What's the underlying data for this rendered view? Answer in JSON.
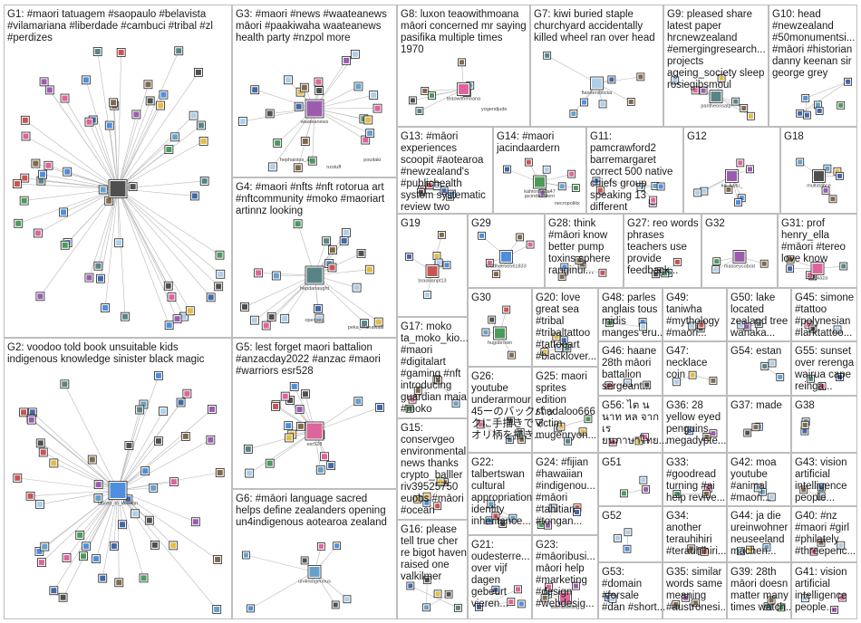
{
  "title": "",
  "groups": [
    {
      "id": "G1",
      "lines": [
        "G1: #maori tatuagem #saopaulo #belavista",
        "#vilamariana #liberdade #cambuci #tribal #zl",
        "#perdizes"
      ],
      "captions": []
    },
    {
      "id": "G2",
      "lines": [
        "G2: voodoo told book unsuitable kids",
        "indigenous knowledge sinister black magic"
      ],
      "captions": [
        "lauren_m_keenan"
      ]
    },
    {
      "id": "G3",
      "lines": [
        "G3: #maori #news #waateanews",
        "māori #paakiwaha waateanews",
        "health party #nzpol more"
      ],
      "captions": [
        "waateanews",
        "hephaistos_ai",
        "nzstuff",
        "pouitaki"
      ]
    },
    {
      "id": "G4",
      "lines": [
        "G4: #maori #nfts #nft rotorua art",
        "#nftcommunity #moko #maoriart",
        "artinnz looking"
      ],
      "captions": [
        "hepdanaught",
        "opensea",
        "peka_manawaiti"
      ]
    },
    {
      "id": "G5",
      "lines": [
        "G5: lest forget maori battalion",
        "#anzacday2022 #anzac #maori",
        "#warriors esr528"
      ],
      "captions": [
        "esr528"
      ]
    },
    {
      "id": "G6",
      "lines": [
        "G6: #māori language sacred",
        "helps define zealanders opening",
        "un4indigenous aotearoa zealand"
      ],
      "captions": [
        "un4indigenous"
      ]
    },
    {
      "id": "G7",
      "lines": [
        "G7: kiwi buried staple",
        "churchyard accidentally",
        "killed wheel ran over head"
      ],
      "captions": [
        "flandersblicka"
      ]
    },
    {
      "id": "G8",
      "lines": [
        "G8: luxon teaowithmoana",
        "māori concerned mr saying",
        "pasifika multiple times",
        "1970"
      ],
      "captions": [
        "teaowithmoana",
        "yogendjude"
      ]
    },
    {
      "id": "G9",
      "lines": [
        "G9: pleased share",
        "latest paper",
        "hrcnewzealand",
        "#emergingresearch...",
        "projects",
        "ageing_society sleep",
        "rosiegibsmoul"
      ],
      "captions": [
        "pantheonsatp"
      ]
    },
    {
      "id": "G10",
      "lines": [
        "G10: head",
        "#newzealand",
        "#50monumentsi...",
        "#māori #historian",
        "danny keenan sir",
        "george grey"
      ],
      "captions": []
    },
    {
      "id": "G11",
      "lines": [
        "G11:",
        "pamcrawford2",
        "barremargaret",
        "correct 500 native",
        "chiefs group",
        "speaking 13",
        "different"
      ],
      "captions": []
    },
    {
      "id": "G12",
      "lines": [
        "G12"
      ],
      "captions": [
        "kd_kaitu_"
      ]
    },
    {
      "id": "G13",
      "lines": [
        "G13: #māori",
        "experiences",
        "scoopit #aotearoa",
        "#newzealand's",
        "#publichealth",
        "system systematic",
        "review two"
      ],
      "captions": []
    },
    {
      "id": "G14",
      "lines": [
        "G14: #maori",
        "jacindaardern"
      ],
      "captions": [
        "kahionaaaa47",
        "jacindaardern",
        "necropolitix"
      ]
    },
    {
      "id": "G15",
      "lines": [
        "G15:",
        "conservgeo",
        "environmental",
        "news thanks",
        "crypto_balller",
        "riv39525750",
        "euobs #māori",
        "#ocean"
      ],
      "captions": []
    },
    {
      "id": "G16",
      "lines": [
        "G16: please",
        "tell true cher",
        "re bigot haven",
        "raised one",
        "valkilmer"
      ],
      "captions": []
    },
    {
      "id": "G17",
      "lines": [
        "G17: moko",
        "ta_moko_kio...",
        "#maori",
        "#digitalart",
        "#gaming #nft",
        "introducing",
        "guardian maia",
        "#moko"
      ],
      "captions": []
    },
    {
      "id": "G18",
      "lines": [
        "G18"
      ],
      "captions": [
        "multidance"
      ]
    },
    {
      "id": "G19",
      "lines": [
        "G19"
      ],
      "captions": [
        "brasilianpt13"
      ]
    },
    {
      "id": "G20",
      "lines": [
        "G20: love",
        "great sea",
        "#tribal",
        "#tribaltattoo",
        "#tattooart",
        "#blacklover..."
      ],
      "captions": []
    },
    {
      "id": "G21",
      "lines": [
        "G21:",
        "oudesterre...",
        "over vijf",
        "dagen",
        "gebeurt",
        "vieren..."
      ],
      "captions": []
    },
    {
      "id": "G22",
      "lines": [
        "G22:",
        "talbertswan",
        "cultural",
        "appropriation",
        "identity",
        "inheritance..."
      ],
      "captions": []
    },
    {
      "id": "G23",
      "lines": [
        "G23:",
        "#māoribusi...",
        "māori help",
        "#marketing",
        "#design",
        "#webdesig..."
      ],
      "captions": [
        "tbkmarketing"
      ]
    },
    {
      "id": "G24",
      "lines": [
        "G24: #fijian",
        "#hawaiian",
        "#indigenou...",
        "#māori",
        "#tahitian",
        "#tongan..."
      ],
      "captions": []
    },
    {
      "id": "G25",
      "lines": [
        "G25: maori",
        "sprites",
        "edition",
        "shadaloo666",
        "victim",
        "mugenryon..."
      ],
      "captions": []
    },
    {
      "id": "G26",
      "lines": [
        "G26:",
        "youtube",
        "underarmour",
        "45ーのバックパッ",
        "クに手描きでマ",
        "オリ柄を描き..."
      ],
      "captions": []
    },
    {
      "id": "G27",
      "lines": [
        "G27: reo words",
        "phrases",
        "teachers use",
        "provide",
        "feedback..."
      ],
      "captions": []
    },
    {
      "id": "G28",
      "lines": [
        "G28: think",
        "#māori know",
        "better pump",
        "toxins sphere",
        "ranginui..."
      ],
      "captions": []
    },
    {
      "id": "G29",
      "lines": [
        "G29"
      ],
      "captions": [
        "toddhee56561833"
      ]
    },
    {
      "id": "G30",
      "lines": [
        "G30"
      ],
      "captions": [
        "hugobrown"
      ]
    },
    {
      "id": "G31",
      "lines": [
        "G31: prof",
        "henry_ella",
        "#māori #tereo",
        "love know"
      ],
      "captions": [
        "tabakaza"
      ]
    },
    {
      "id": "G32",
      "lines": [
        "G32"
      ],
      "captions": [
        "masseycobrat"
      ]
    },
    {
      "id": "G33",
      "lines": [
        "G33:",
        "#goodread",
        "turning #ai",
        "help revive..."
      ],
      "captions": []
    },
    {
      "id": "G34",
      "lines": [
        "G34:",
        "another",
        "terauhihiri",
        "#terauhihiri..."
      ],
      "captions": []
    },
    {
      "id": "G35",
      "lines": [
        "G35: similar",
        "words same",
        "meaning",
        "#austronesi..."
      ],
      "captions": []
    },
    {
      "id": "G36",
      "lines": [
        "G36: 28",
        "yellow eyed",
        "penguins",
        "megadypte..."
      ],
      "captions": []
    },
    {
      "id": "G37",
      "lines": [
        "G37: made"
      ],
      "captions": []
    },
    {
      "id": "G38",
      "lines": [
        "G38"
      ],
      "captions": []
    },
    {
      "id": "G39",
      "lines": [
        "G39: 28th",
        "māori doesn",
        "matter many",
        "times watch..."
      ],
      "captions": []
    },
    {
      "id": "G40",
      "lines": [
        "G40: #nz",
        "#maori #girl",
        "#philately",
        "#threepenc..."
      ],
      "captions": []
    },
    {
      "id": "G41",
      "lines": [
        "G41: vision",
        "artificial",
        "intelligence",
        "people..."
      ],
      "captions": []
    },
    {
      "id": "G42",
      "lines": [
        "G42: moa",
        "youtube",
        "#animal",
        "#maori..."
      ],
      "captions": []
    },
    {
      "id": "G43",
      "lines": [
        "G43: vision",
        "artificial",
        "intelligence",
        "people..."
      ],
      "captions": []
    },
    {
      "id": "G44",
      "lines": [
        "G44: ja die",
        "ureinwohner",
        "neuseeland",
        "machen..."
      ],
      "captions": []
    },
    {
      "id": "G45",
      "lines": [
        "G45: simone",
        "#tattoo",
        "#polynesian",
        "#larktattoo..."
      ],
      "captions": []
    },
    {
      "id": "G46",
      "lines": [
        "G46: haane",
        "28th māori",
        "battalion",
        "sergeant..."
      ],
      "captions": []
    },
    {
      "id": "G47",
      "lines": [
        "G47:",
        "necklace",
        "coin"
      ],
      "captions": []
    },
    {
      "id": "G48",
      "lines": [
        "G48: parles",
        "anglais tous",
        "midis",
        "manges eru..."
      ],
      "captions": []
    },
    {
      "id": "G49",
      "lines": [
        "G49:",
        "taniwha",
        "#mythology",
        "#maori..."
      ],
      "captions": []
    },
    {
      "id": "G50",
      "lines": [
        "G50: lake",
        "located",
        "zealand tree",
        "wanaka..."
      ],
      "captions": []
    },
    {
      "id": "G51",
      "lines": [
        "G51"
      ],
      "captions": []
    },
    {
      "id": "G52",
      "lines": [
        "G52"
      ],
      "captions": []
    },
    {
      "id": "G53",
      "lines": [
        "G53:",
        "#domain",
        "#forsale",
        "#dan #short..."
      ],
      "captions": []
    },
    {
      "id": "G54",
      "lines": [
        "G54: estan"
      ],
      "captions": []
    },
    {
      "id": "G55",
      "lines": [
        "G55: sunset",
        "over rerenga",
        "wairua cape",
        "reinga..."
      ],
      "captions": []
    },
    {
      "id": "G56",
      "lines": [
        "G56: ไต น",
        "นาท หล จาก",
        "เร",
        "ยนภาษาไทย..."
      ],
      "captions": []
    }
  ]
}
